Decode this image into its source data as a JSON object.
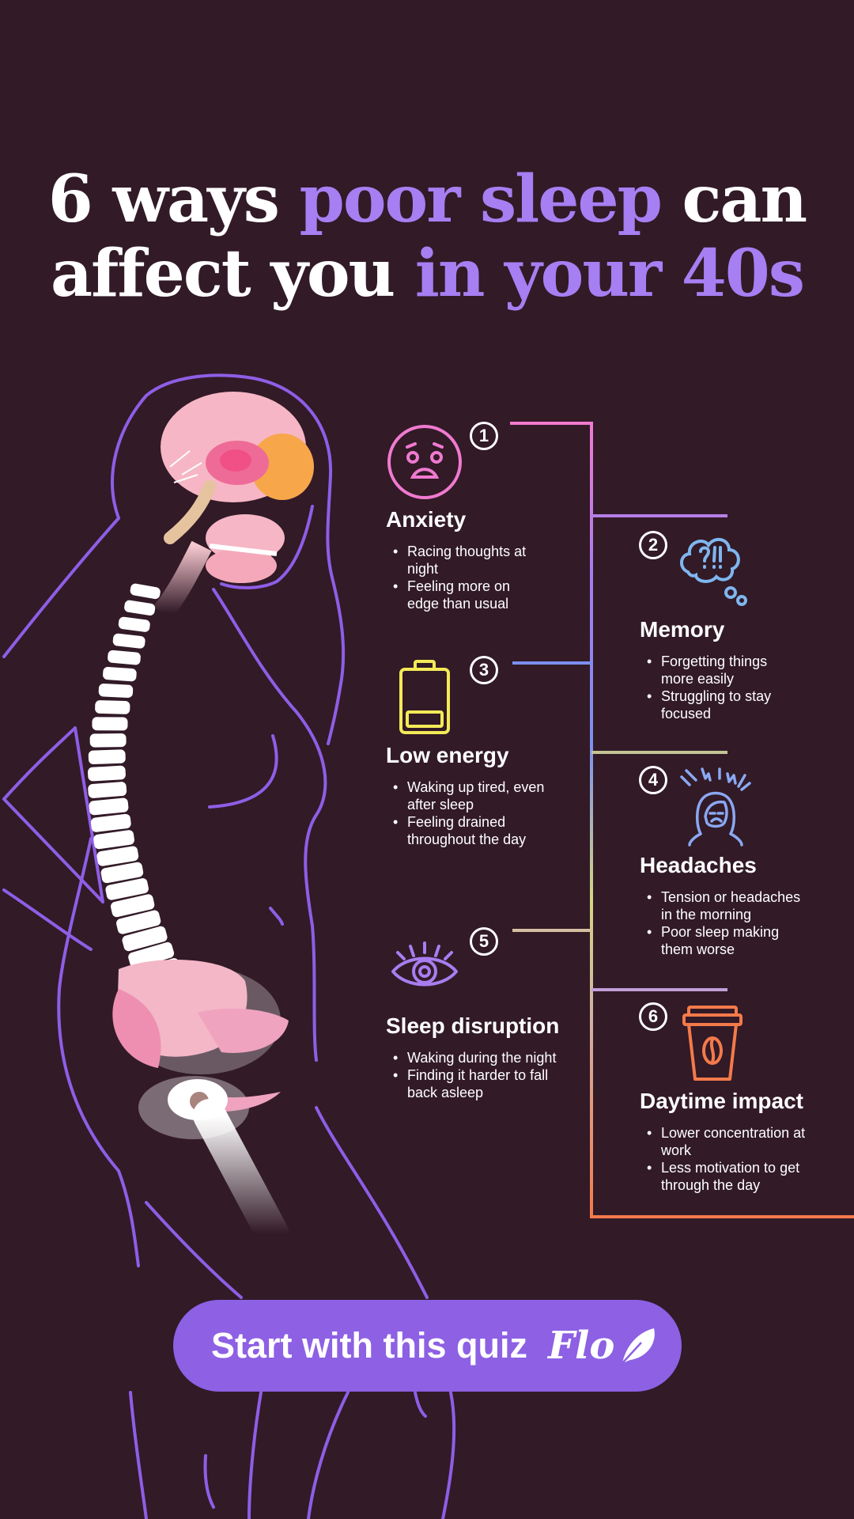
{
  "title": {
    "part1": "6 ways ",
    "part2": "poor sleep",
    "part3": " can",
    "part4": "affect you ",
    "part5": "in your 40s"
  },
  "items": [
    {
      "number": "1",
      "title": "Anxiety",
      "bullets": [
        "Racing thoughts at night",
        "Feeling more on edge than usual"
      ],
      "icon": "worried-face-icon",
      "color": "#f07ad0"
    },
    {
      "number": "2",
      "title": "Memory",
      "bullets": [
        "Forgetting things more easily",
        "Struggling to stay focused"
      ],
      "icon": "thought-bubble-icon",
      "color": "#7fb6ef"
    },
    {
      "number": "3",
      "title": "Low energy",
      "bullets": [
        "Waking up tired, even after sleep",
        "Feeling drained throughout the day"
      ],
      "icon": "low-battery-icon",
      "color": "#f3ea57"
    },
    {
      "number": "4",
      "title": "Headaches",
      "bullets": [
        "Tension or headaches in the morning",
        "Poor sleep making them worse"
      ],
      "icon": "headache-person-icon",
      "color": "#8aa8f2"
    },
    {
      "number": "5",
      "title": "Sleep disruption",
      "bullets": [
        "Waking during the night",
        "Finding it harder to fall back asleep"
      ],
      "icon": "open-eye-icon",
      "color": "#a97df0"
    },
    {
      "number": "6",
      "title": "Daytime impact",
      "bullets": [
        "Lower concentration at work",
        "Less motivation to get through the day"
      ],
      "icon": "coffee-cup-icon",
      "color": "#f47a4a"
    }
  ],
  "cta": {
    "label": "Start with this quiz",
    "logo_text": "Flo"
  },
  "colors": {
    "background": "#321a27",
    "accent": "#a67ff2",
    "button": "#8d60e4"
  }
}
